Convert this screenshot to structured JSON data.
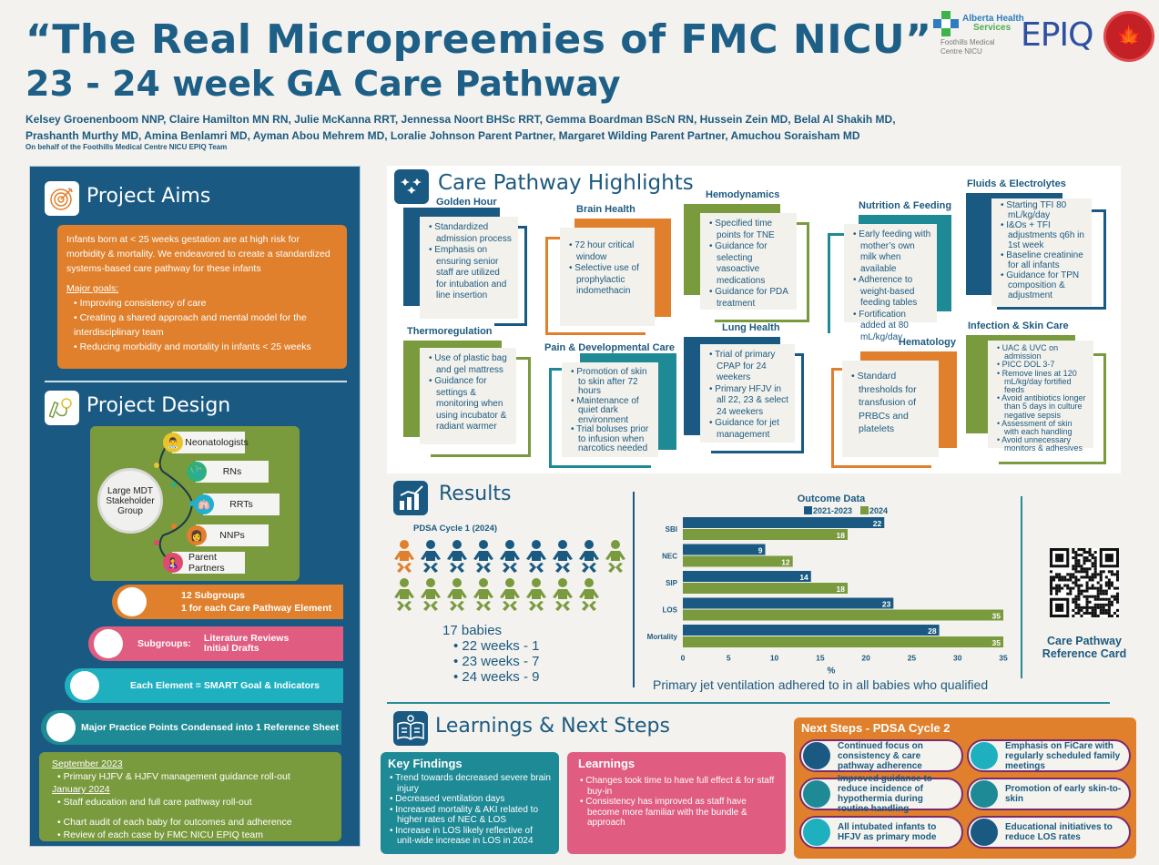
{
  "header": {
    "title_line1": "“The Real Micropreemies of FMC NICU”",
    "title_line2": "23 - 24 week GA Care Pathway",
    "authors_line1": "Kelsey Groenenboom NNP, Claire Hamilton MN RN, Julie McKanna RRT, Jennessa Noort BHSc RRT, Gemma Boardman BScN RN, Hussein Zein MD,  Belal Al Shakih MD,",
    "authors_line2": "Prashanth Murthy MD, Amina Benlamri MD, Ayman Abou Mehrem MD, Loralie Johnson Parent Partner, Margaret Wilding Parent Partner, Amuchou Soraisham MD",
    "behalf": "On behalf of the Foothills Medical Centre NICU EPIQ Team"
  },
  "logos": {
    "ahs_line1": "Alberta Health",
    "ahs_line2": "Services",
    "ahs_sub1": "Foothills Medical",
    "ahs_sub2": "Centre NICU",
    "epiq": "EPIQ"
  },
  "aims": {
    "title": "Project Aims",
    "intro": "Infants born at < 25 weeks gestation are at high risk for morbidity & mortality. We endeavored to create a standardized systems-based care pathway for these infants",
    "goals_label": "Major goals:",
    "goals": [
      "Improving consistency of care",
      "Creating a shared approach and mental model for the interdisciplinary team",
      "Reducing morbidity and mortality in infants < 25 weeks"
    ]
  },
  "design": {
    "title": "Project Design",
    "center": "Large MDT Stakeholder Group",
    "roles": [
      "Neonatologists",
      "RNs",
      "RRTs",
      "NNPs",
      "Parent Partners"
    ],
    "steps": {
      "s1_a": "12 Subgroups",
      "s1_b": "1 for each Care Pathway Element",
      "s2_label": "Subgroups:",
      "s2_a": "Literature Reviews",
      "s2_b": "Initial Drafts",
      "s3": "Each Element = SMART Goal & Indicators",
      "s4": "Major Practice Points Condensed into 1 Reference Sheet"
    },
    "timeline": {
      "h1": "September 2023",
      "i1": "Primary HJFV & HJFV management guidance roll-out",
      "h2": "January 2024",
      "i2": "Staff education and full care pathway roll-out",
      "i3": "Chart audit of each baby for outcomes and adherence",
      "i4": "Review of each case by FMC NICU EPIQ team"
    }
  },
  "highlights": {
    "title": "Care Pathway Highlights",
    "cards": [
      {
        "label": "Golden Hour",
        "items": [
          "Standardized admission process",
          "Emphasis on ensuring senior staff are utilized for intubation and line insertion"
        ]
      },
      {
        "label": "Brain Health",
        "items": [
          "72 hour critical window",
          "Selective use of prophylactic indomethacin"
        ]
      },
      {
        "label": "Hemodynamics",
        "items": [
          "Specified time points for TNE",
          "Guidance for selecting vasoactive medications",
          "Guidance for PDA treatment"
        ]
      },
      {
        "label": "Nutrition & Feeding",
        "items": [
          "Early feeding with mother’s own milk when available",
          "Adherence to weight-based feeding tables",
          "Fortification added at 80 mL/kg/day"
        ]
      },
      {
        "label": "Fluids & Electrolytes",
        "items": [
          "Starting TFI 80 mL/kg/day",
          "I&Os + TFI adjustments q6h in 1st week",
          "Baseline creatinine for all infants",
          "Guidance for TPN composition & adjustment"
        ]
      },
      {
        "label": "Thermoregulation",
        "items": [
          "Use of plastic bag and gel mattress",
          "Guidance for settings & monitoring when using incubator & radiant warmer"
        ]
      },
      {
        "label": "Pain & Developmental Care",
        "items": [
          "Promotion of skin to skin after 72 hours",
          "Maintenance of quiet dark environment",
          "Trial boluses prior to infusion when narcotics needed"
        ]
      },
      {
        "label": "Lung Health",
        "items": [
          "Trial of primary CPAP for 24 weekers",
          "Primary HFJV in all 22, 23 & select 24 weekers",
          "Guidance for jet management"
        ]
      },
      {
        "label": "Hematology",
        "items": [
          "Standard thresholds for transfusion of PRBCs and platelets"
        ]
      },
      {
        "label": "Infection & Skin Care",
        "items": [
          "UAC & UVC on admission",
          "PICC DOL 3-7",
          "Remove lines at 120 mL/kg/day fortified feeds",
          "Avoid antibiotics longer than 5 days in culture negative sepsis",
          "Assessment of skin with each handling",
          "Avoid unnecessary monitors & adhesives"
        ]
      }
    ]
  },
  "results": {
    "title": "Results",
    "pdsa_label": "PDSA Cycle 1 (2024)",
    "babies_total": "17 babies",
    "baby_groups": [
      {
        "label": "22 weeks - 1",
        "count": 1,
        "color": "#e0802c"
      },
      {
        "label": "23 weeks - 7",
        "count": 7,
        "color": "#1a5a82"
      },
      {
        "label": "24 weeks - 9",
        "count": 9,
        "color": "#7a9a3e"
      }
    ],
    "caption": "Primary jet ventilation adhered to in all babies who qualified",
    "qr_label": "Care Pathway Reference Card"
  },
  "chart_data": {
    "type": "bar",
    "orientation": "horizontal",
    "title": "Outcome Data",
    "categories": [
      "SBI",
      "NEC",
      "SIP",
      "LOS",
      "Mortality"
    ],
    "series": [
      {
        "name": "2021-2023",
        "color": "#1a5a82",
        "values": [
          22,
          9,
          14,
          23,
          28
        ]
      },
      {
        "name": "2024",
        "color": "#7a9a3e",
        "values": [
          18,
          12,
          18,
          35,
          35
        ]
      }
    ],
    "xlabel": "%",
    "ylabel": "",
    "xlim": [
      0,
      35
    ],
    "xticks": [
      0,
      5,
      10,
      15,
      20,
      25,
      30,
      35
    ],
    "legend": "top",
    "grid": false
  },
  "learnings": {
    "title": "Learnings & Next Steps",
    "key_findings": {
      "title": "Key Findings",
      "items": [
        "Trend towards decreased severe brain injury",
        "Decreased ventilation days",
        "Increased mortality & AKI related to higher rates of NEC & LOS",
        "Increase in LOS likely reflective of unit-wide increase in LOS in 2024"
      ]
    },
    "learnings": {
      "title": "Learnings",
      "items": [
        "Changes took time to have full effect & for staff buy-in",
        "Consistency has improved as staff have become more familiar with the bundle & approach"
      ]
    },
    "next_steps": {
      "title": "Next Steps - PDSA Cycle 2",
      "items": [
        {
          "text": "Continued focus on consistency & care pathway adherence",
          "color": "#1a5a82"
        },
        {
          "text": "Emphasis on FiCare with regularly scheduled family meetings",
          "color": "#1fb0c0"
        },
        {
          "text": "Improved guidance to reduce incidence of hypothermia during routine handling",
          "color": "#1e8a96"
        },
        {
          "text": "Promotion of early skin-to-skin",
          "color": "#1e8a96"
        },
        {
          "text": "All intubated infants to HFJV as primary mode",
          "color": "#1fb0c0"
        },
        {
          "text": "Educational initiatives to reduce LOS rates",
          "color": "#1a5a82"
        }
      ]
    }
  }
}
